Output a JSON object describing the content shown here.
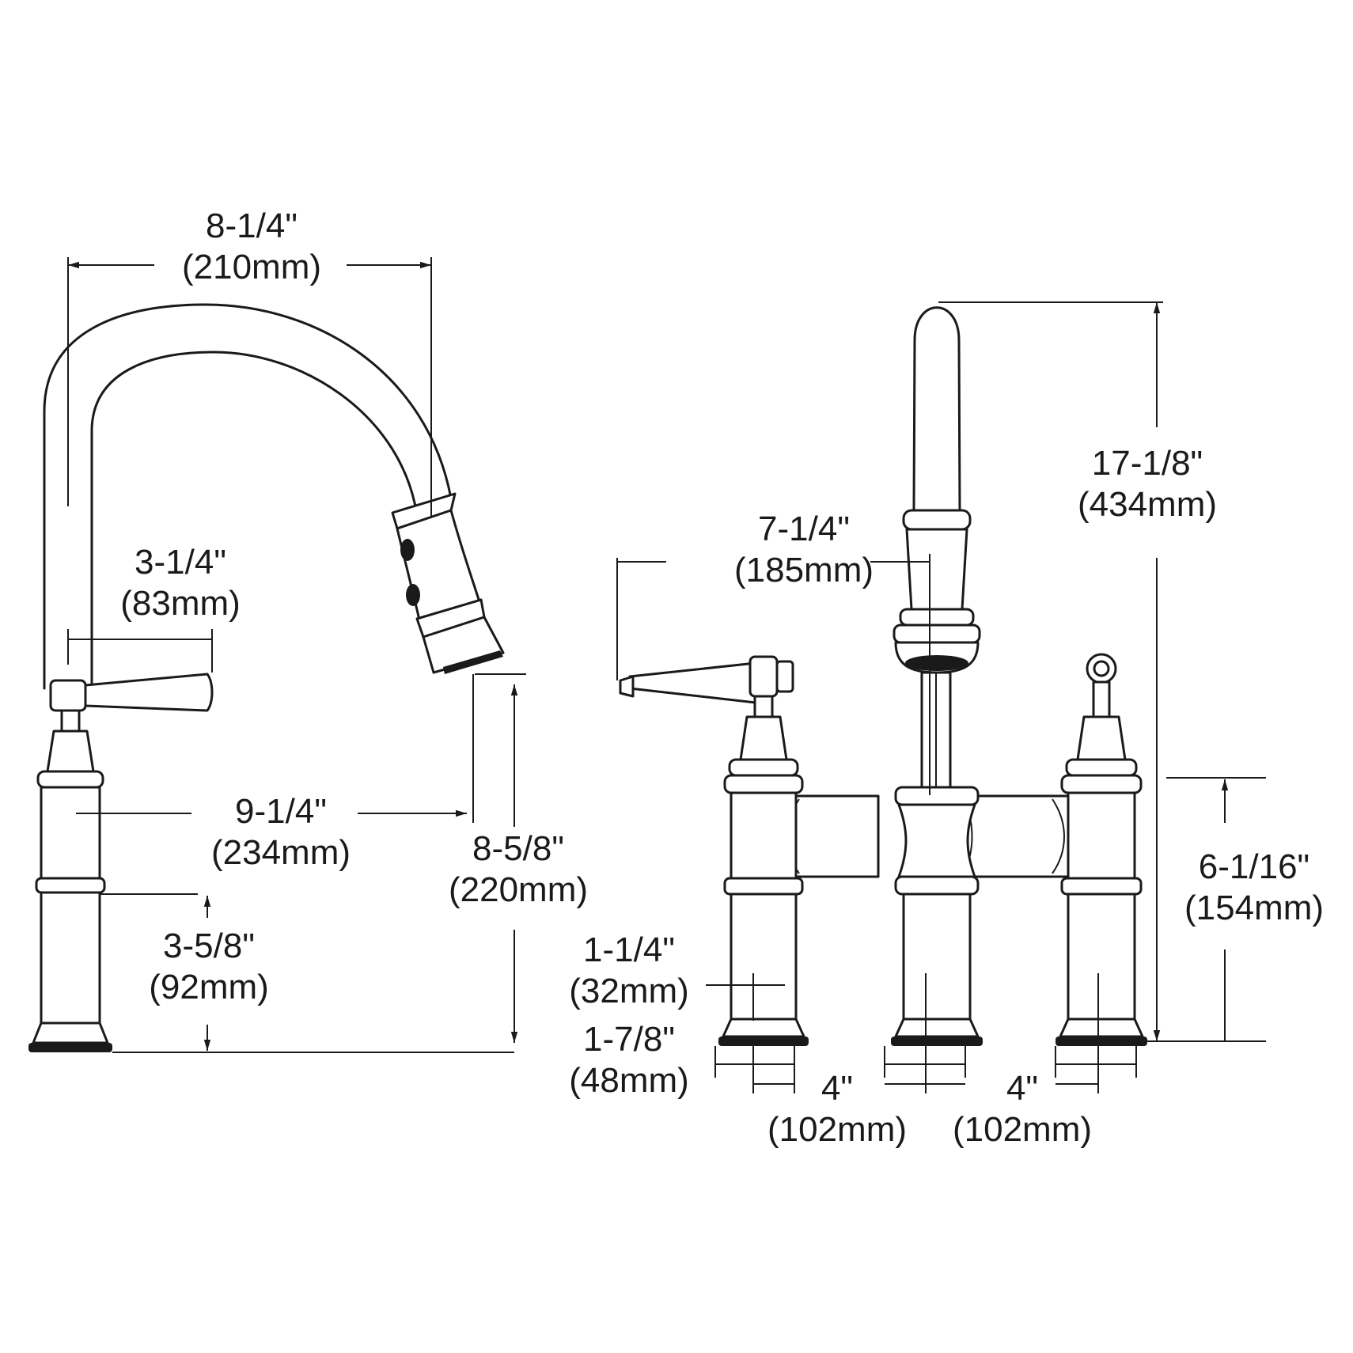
{
  "labels": {
    "side_width_in": "8-1/4\"",
    "side_width_mm": "(210mm)",
    "handle_len_in": "3-1/4\"",
    "handle_len_mm": "(83mm)",
    "reach_in": "9-1/4\"",
    "reach_mm": "(234mm)",
    "spout_clear_in": "8-5/8\"",
    "spout_clear_mm": "(220mm)",
    "handle_height_in": "3-5/8\"",
    "handle_height_mm": "(92mm)",
    "front_handle_in": "7-1/4\"",
    "front_handle_mm": "(185mm)",
    "overall_height_in": "17-1/8\"",
    "overall_height_mm": "(434mm)",
    "bridge_height_in": "6-1/16\"",
    "bridge_height_mm": "(154mm)",
    "shank_dia_in": "1-1/4\"",
    "shank_dia_mm": "(32mm)",
    "base_dia_in": "1-7/8\"",
    "base_dia_mm": "(48mm)",
    "center_left_in": "4\"",
    "center_left_mm": "(102mm)",
    "center_right_in": "4\"",
    "center_right_mm": "(102mm)"
  }
}
